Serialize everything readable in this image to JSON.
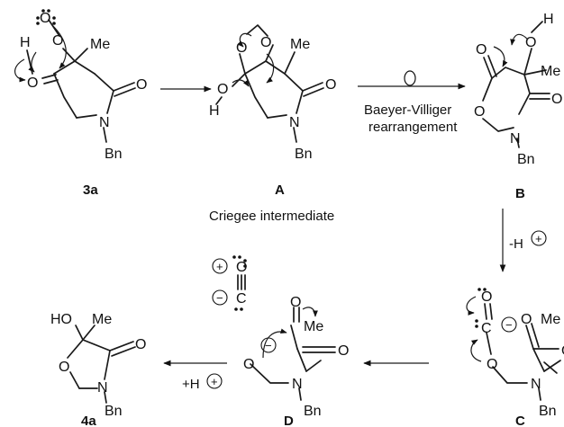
{
  "atoms": {
    "O": "O",
    "N": "N",
    "H": "H",
    "C": "C",
    "Me": "Me",
    "Bn": "Bn",
    "HO": "HO"
  },
  "charges": {
    "plus": "+",
    "minus": "−"
  },
  "compounds": {
    "c3a": "3a",
    "cA": "A",
    "cB": "B",
    "cC": "C",
    "cD": "D",
    "c4a": "4a"
  },
  "captions": {
    "criegee": "Criegee intermediate",
    "bv_line1": "Baeyer-Villiger",
    "bv_line2": "rearrangement",
    "deprot": "-H",
    "prot": "+H"
  }
}
